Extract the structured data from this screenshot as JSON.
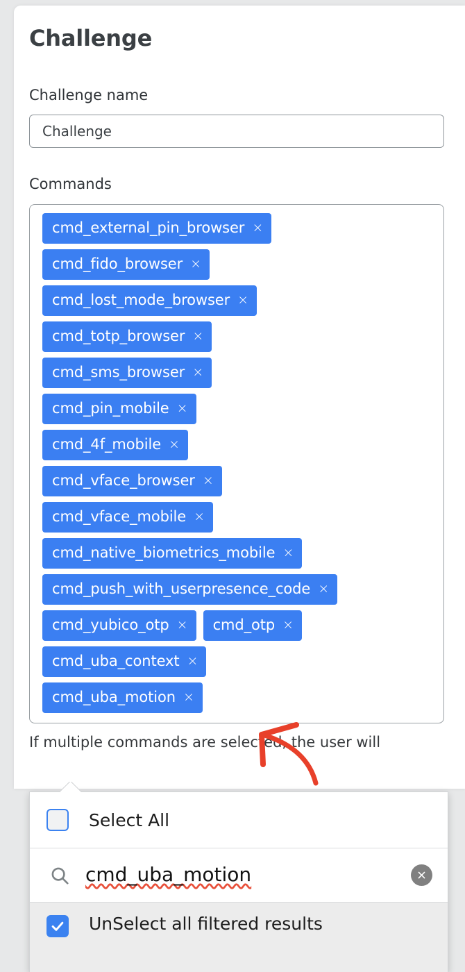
{
  "theme": {
    "accent_blue": "#3b7ff2",
    "checkbox_blue": "#3b82f0",
    "annotation_red": "#e8402a",
    "page_bg": "#e7e8e9",
    "card_bg": "#ffffff"
  },
  "form": {
    "title": "Challenge",
    "name_field": {
      "label": "Challenge name",
      "value": "Challenge",
      "placeholder": "Challenge"
    },
    "commands_field": {
      "label": "Commands",
      "helper_text": "If multiple commands are selected, the user will",
      "remove_glyph": "×",
      "rows": [
        [
          {
            "label": "cmd_external_pin_browser"
          }
        ],
        [
          {
            "label": "cmd_fido_browser"
          }
        ],
        [
          {
            "label": "cmd_lost_mode_browser"
          }
        ],
        [
          {
            "label": "cmd_totp_browser"
          }
        ],
        [
          {
            "label": "cmd_sms_browser"
          }
        ],
        [
          {
            "label": "cmd_pin_mobile"
          }
        ],
        [
          {
            "label": "cmd_4f_mobile"
          }
        ],
        [
          {
            "label": "cmd_vface_browser"
          }
        ],
        [
          {
            "label": "cmd_vface_mobile"
          }
        ],
        [
          {
            "label": "cmd_native_biometrics_mobile"
          }
        ],
        [
          {
            "label": "cmd_push_with_userpresence_code"
          }
        ],
        [
          {
            "label": "cmd_yubico_otp"
          },
          {
            "label": "cmd_otp"
          }
        ],
        [
          {
            "label": "cmd_uba_context"
          }
        ],
        [
          {
            "label": "cmd_uba_motion"
          }
        ]
      ]
    }
  },
  "dropdown": {
    "select_all": {
      "label": "Select All",
      "checked": false
    },
    "search": {
      "value": "cmd_uba_motion",
      "placeholder": "cmd_uba_motion",
      "icon": "search-icon",
      "clear_icon": "clear-circle-icon",
      "clear_glyph": "✕"
    },
    "unselect_filtered": {
      "label": "UnSelect all filtered results",
      "checked": true
    }
  },
  "annotation": {
    "type": "hand-drawn-arrow",
    "color": "#e8402a",
    "points_to": "cmd_uba_motion"
  }
}
